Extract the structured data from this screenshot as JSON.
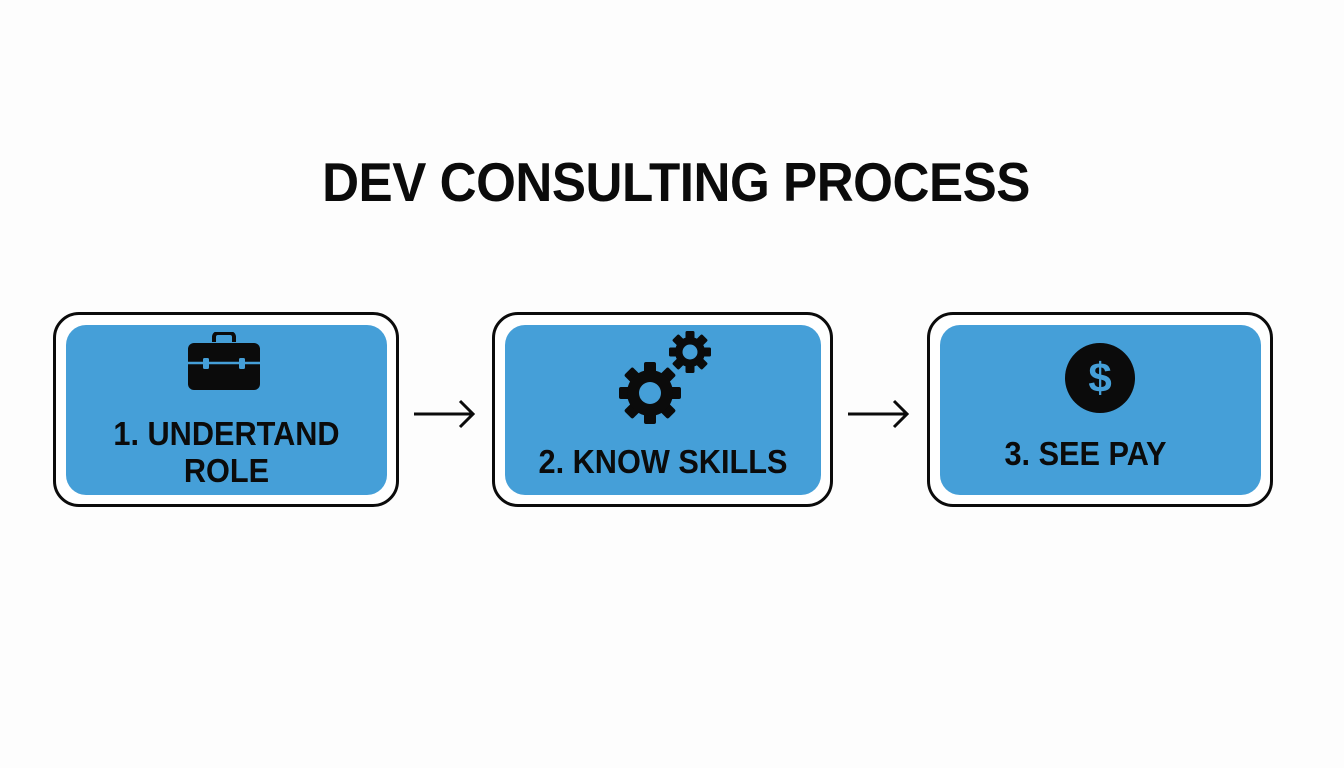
{
  "title": "DEV CONSULTING PROCESS",
  "colors": {
    "box_fill": "#459fd8",
    "border": "#0b0b0b",
    "background": "#fdfdfd",
    "text": "#0b0b0b"
  },
  "steps": [
    {
      "label_line1": "1. UNDERTAND",
      "label_line2": "ROLE",
      "icon": "briefcase-icon"
    },
    {
      "label_line1": "2. KNOW SKILLS",
      "icon": "gears-icon"
    },
    {
      "label_line1": "3. SEE PAY",
      "icon": "dollar-circle-icon"
    }
  ],
  "connectors": [
    {
      "from": 1,
      "to": 2,
      "icon": "arrow-right-icon"
    },
    {
      "from": 2,
      "to": 3,
      "icon": "arrow-right-icon"
    }
  ]
}
